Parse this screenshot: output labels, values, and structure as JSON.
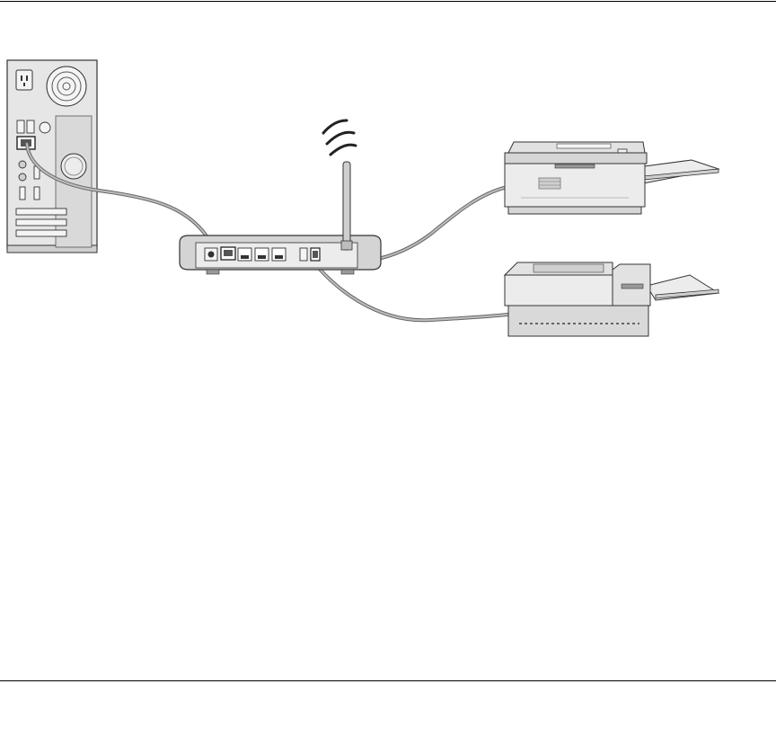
{
  "page": {
    "background": "#ffffff",
    "rule_color": "#000000"
  },
  "diagram": {
    "devices": [
      {
        "kind": "desktop-computer",
        "icon": "computer-tower-icon"
      },
      {
        "kind": "wireless-router",
        "icon": "router-icon"
      },
      {
        "kind": "multifunction-printer",
        "icon": "printer-icon"
      },
      {
        "kind": "laser-printer",
        "icon": "printer-icon"
      }
    ],
    "connections": [
      {
        "from": "desktop-computer",
        "to": "wireless-router",
        "port": "wan-port"
      },
      {
        "from": "wireless-router",
        "to": "multifunction-printer",
        "port": "usb-port"
      },
      {
        "from": "wireless-router",
        "to": "laser-printer",
        "port": "usb-port"
      }
    ],
    "colors": {
      "device_fill": "#ececec",
      "device_shade": "#d6d6d6",
      "outline": "#333333",
      "cable": "#888888"
    }
  }
}
